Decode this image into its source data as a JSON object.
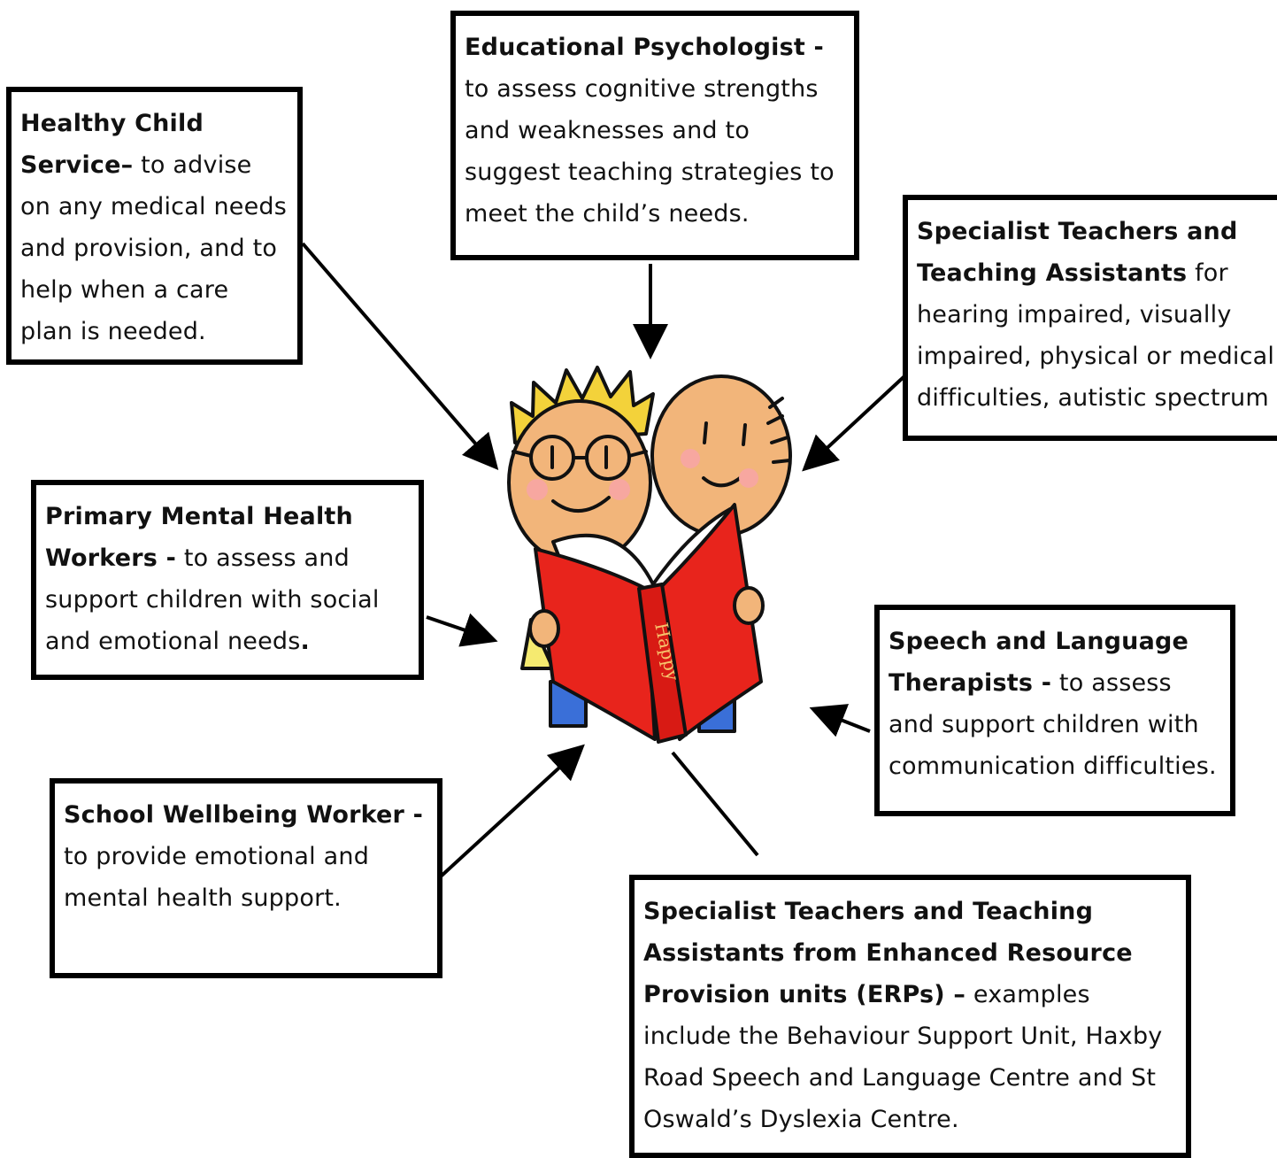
{
  "boxes": {
    "educational_psychologist": {
      "heading": "Educational Psychologist -",
      "text": " to assess cognitive strengths and weaknesses and to suggest teaching strategies to meet the child’s needs."
    },
    "healthy_child_service": {
      "heading": "Healthy Child Service–",
      "text": " to advise on any medical needs and provision, and to help when a care plan is needed."
    },
    "specialist_teachers": {
      "heading": "Specialist Teachers and Teaching Assistants",
      "text": "  for hearing impaired, visually impaired, physical or medical difficulties, autistic spectrum"
    },
    "primary_mental_health": {
      "heading": "Primary Mental Health Workers -",
      "text": " to assess and support children with social and emotional needs",
      "tail": "."
    },
    "speech_language": {
      "heading": "Speech and Language Therapists -",
      "text": " to assess and support children with communication difficulties."
    },
    "school_wellbeing": {
      "heading": "School Wellbeing Worker -",
      "text": " to provide emotional and mental health support."
    },
    "erp": {
      "heading": "Specialist Teachers and Teaching Assistants from Enhanced Resource Provision units (ERPs) –",
      "text": " examples include the Behaviour Support Unit, Haxby Road Speech and Language Centre and St Oswald’s Dyslexia Centre."
    }
  },
  "illustration": {
    "name": "children-reading-book",
    "book_spine_text": "Happy",
    "colors": {
      "book": "#e8241c",
      "skin": "#f2b57a",
      "hair": "#f3d23a",
      "outline": "#111111"
    }
  }
}
